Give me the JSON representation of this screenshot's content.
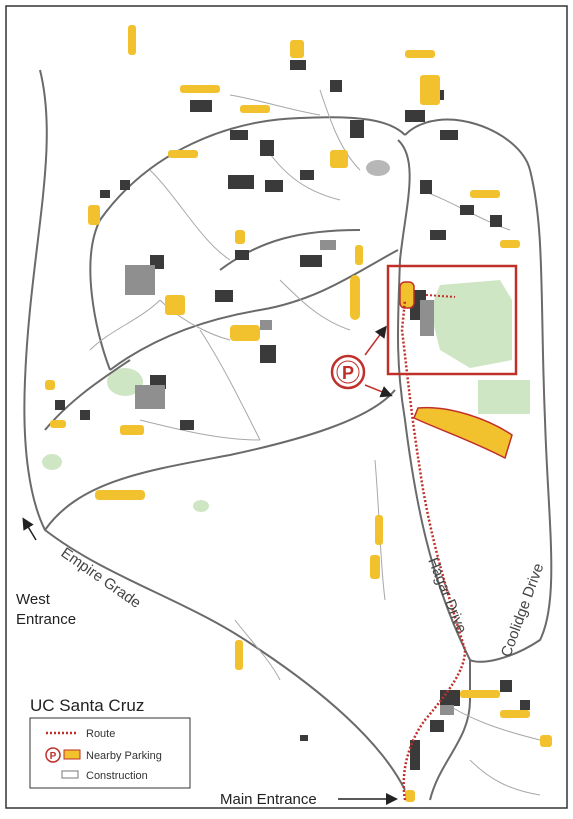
{
  "legend": {
    "title": "UC Santa Cruz",
    "items": [
      {
        "label": "Route"
      },
      {
        "label": "Nearby Parking",
        "badge": "P"
      },
      {
        "label": "Construction"
      }
    ]
  },
  "labels": {
    "west_entrance_line1": "West",
    "west_entrance_line2": "Entrance",
    "empire_grade": "Empire Grade",
    "hagar_drive": "Hagar Drive",
    "coolidge_drive": "Coolidge Drive",
    "main_entrance": "Main Entrance",
    "parking_badge": "P"
  },
  "colors": {
    "route": "#c0302b",
    "parking": "#f2c12e",
    "highlight": "#c0302b",
    "building": "#3a3a3a",
    "building_light": "#8f8f8f",
    "green_space": "#cfe6c4",
    "road": "#6a6a6a"
  },
  "icons": {
    "parking": "parking-p-icon",
    "west_arrow": "arrow-icon",
    "main_arrow": "arrow-icon"
  }
}
